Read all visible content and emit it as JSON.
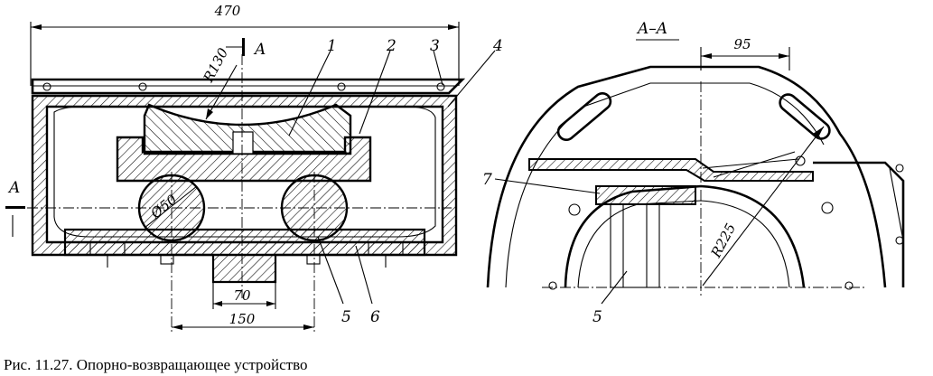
{
  "caption": "Рис. 11.27. Опорно-возвращающее устройство",
  "left_view": {
    "dimensions": {
      "overall_width": "470",
      "ball_radius": "R130",
      "roller_diameter": "Ø50",
      "boss_width": "70",
      "roller_spacing": "150"
    },
    "section_marks": {
      "top": "A",
      "side": "A"
    },
    "callouts": [
      "1",
      "2",
      "3",
      "4",
      "5",
      "6"
    ]
  },
  "right_view": {
    "section_title": "A–A",
    "dimensions": {
      "offset": "95",
      "radius": "R225"
    },
    "callouts": [
      "7",
      "5"
    ]
  }
}
